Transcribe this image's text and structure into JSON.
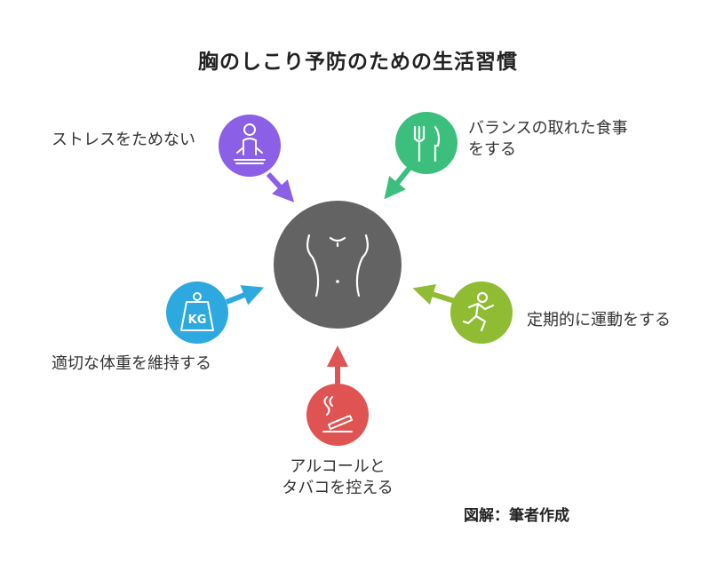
{
  "title": "胸のしこり予防のための生活習慣",
  "credit": "図解：筆者作成",
  "colors": {
    "center": "#636363",
    "stress": "#8b5fe6",
    "diet": "#3cbf7c",
    "exercise": "#8fbc33",
    "smoking": "#e05353",
    "weight": "#2ea9df"
  },
  "items": {
    "stress": {
      "line1": "ストレスをためない",
      "icon": "meditation-icon"
    },
    "diet": {
      "line1": "バランスの取れた食事",
      "line2": "をする",
      "icon": "fork-knife-icon"
    },
    "exercise": {
      "line1": "定期的に運動をする",
      "icon": "running-icon"
    },
    "smoking": {
      "line1": "アルコールと",
      "line2": "タバコを控える",
      "icon": "no-smoking-icon"
    },
    "weight": {
      "line1": "適切な体重を維持する",
      "icon": "weight-kg-icon"
    }
  },
  "weight_icon_text": "KG",
  "center_icon": "torso-icon"
}
